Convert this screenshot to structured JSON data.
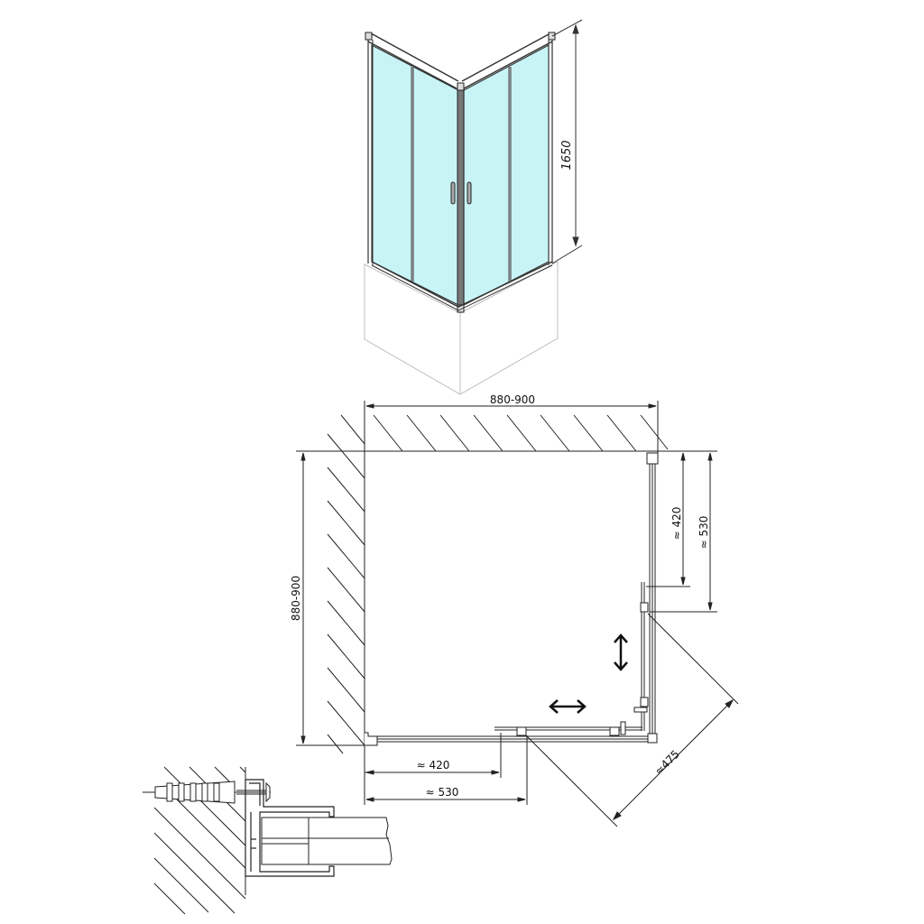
{
  "figure": {
    "type": "technical-drawing",
    "subject": "square corner shower enclosure with two sliding doors"
  },
  "isometric_view": {
    "height_label": "1650",
    "glass_color": "#c8f4f6",
    "frame_color": "#9aa0a4"
  },
  "plan_view": {
    "width_label": "880-900",
    "depth_label": "880-900",
    "right_side": {
      "fixed_panel_label": "≈ 420",
      "opening_label": "≈ 530"
    },
    "bottom_side": {
      "fixed_panel_label": "≈ 420",
      "opening_label": "≈ 530"
    },
    "diagonal_entry_label": "≈475",
    "arrows": {
      "vertical": "↕",
      "horizontal": "↔"
    }
  },
  "detail_view": {
    "description": "wall profile fixing with dowel and screw"
  }
}
